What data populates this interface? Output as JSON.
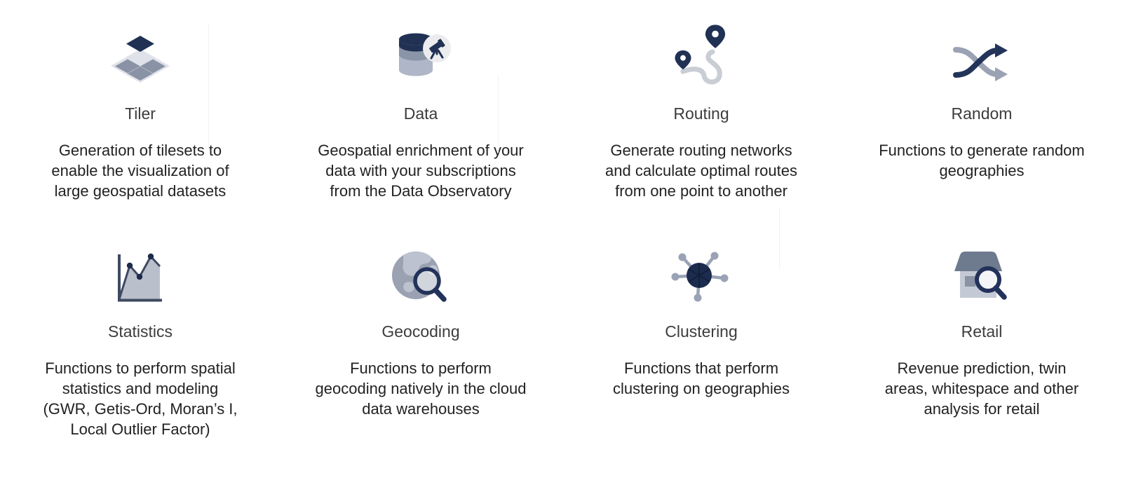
{
  "page": {
    "background": "#ffffff",
    "layout": "4x2 grid of analytics module cards"
  },
  "colors": {
    "navy": "#203154",
    "dark_navy": "#1c2b4a",
    "slate": "#6e7a8e",
    "line_slate": "#3e4a61",
    "mid_gray": "#8a93a6",
    "light_gray": "#b7becd",
    "area_gray": "#b9c0cb",
    "pale_platform": "#dfe2e8",
    "route_gray": "#c9cdd4",
    "shuffle_gray": "#9aa2b3",
    "badge_bg": "#ececee",
    "title_text": "#3c3c3c",
    "desc_text": "#222222"
  },
  "modules": [
    {
      "id": "tiler",
      "title": "Tiler",
      "icon": "tileset-tiles-icon",
      "description": "Generation of tilesets to\nenable the visualization of\nlarge geospatial datasets"
    },
    {
      "id": "data",
      "title": "Data",
      "icon": "database-telescope-icon",
      "description": "Geospatial enrichment of your\ndata with your subscriptions\nfrom the Data Observatory"
    },
    {
      "id": "routing",
      "title": "Routing",
      "icon": "route-pins-icon",
      "description": "Generate routing networks\nand calculate optimal routes\nfrom one point to another"
    },
    {
      "id": "random",
      "title": "Random",
      "icon": "shuffle-arrows-icon",
      "description": "Functions to generate random\ngeographies"
    },
    {
      "id": "statistics",
      "title": "Statistics",
      "icon": "area-chart-icon",
      "description": "Functions to perform spatial\nstatistics and modeling\n(GWR, Getis-Ord, Moran’s I,\nLocal Outlier Factor)"
    },
    {
      "id": "geocoding",
      "title": "Geocoding",
      "icon": "globe-magnifier-icon",
      "description": "Functions to perform\ngeocoding natively in the cloud\ndata warehouses"
    },
    {
      "id": "clustering",
      "title": "Clustering",
      "icon": "network-nodes-icon",
      "description": "Functions that perform\nclustering on geographies"
    },
    {
      "id": "retail",
      "title": "Retail",
      "icon": "store-magnifier-icon",
      "description": "Revenue prediction, twin\nareas, whitespace and other\nanalysis for retail"
    }
  ]
}
